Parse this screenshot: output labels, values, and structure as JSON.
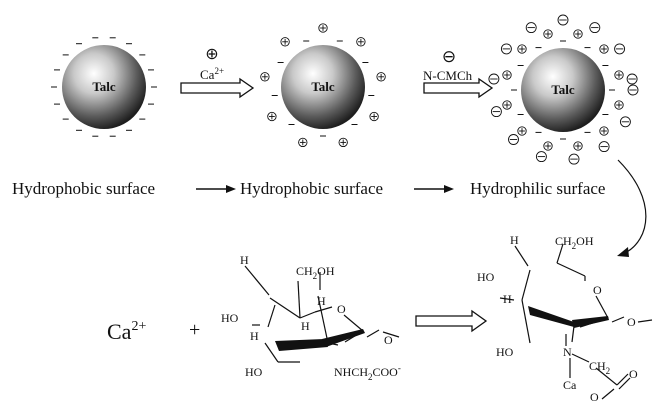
{
  "particles": [
    {
      "label": "Talc"
    },
    {
      "label": "Talc"
    },
    {
      "label": "Talc"
    }
  ],
  "steps": [
    {
      "reagent": "Ca",
      "superscript": "2+",
      "ion_symbol": "⊕"
    },
    {
      "reagent": "N-CMCh",
      "ion_symbol": "⊖"
    }
  ],
  "surface_labels": [
    "Hydrophobic surface",
    "Hydrophobic surface",
    "Hydrophilic surface"
  ],
  "reaction": {
    "calcium_base": "Ca",
    "calcium_sup": "2+",
    "plus": "+",
    "reactant": {
      "h_top": "H",
      "ch2oh_base": "CH",
      "ch2oh_sub": "2",
      "ch2oh_tail": "OH",
      "h_ring": "H",
      "o_ring": "O",
      "ho_left": "HO",
      "h_left": "H",
      "h_bottom": "H",
      "ho_bottom": "HO",
      "o_ether": "O",
      "side_base": "NHCH",
      "side_sub": "2",
      "side_tail": "COO",
      "side_sup": "-"
    },
    "product": {
      "h_top": "H",
      "ch2oh_base": "CH",
      "ch2oh_sub": "2",
      "ch2oh_tail": "OH",
      "ho_left": "HO",
      "o_ring": "O",
      "h_left": "H",
      "ho_bottom": "HO",
      "o_ether": "O",
      "n": "N",
      "ch2_base": "CH",
      "ch2_sub": "2",
      "ca": "Ca",
      "o_keto": "O",
      "o_ring2": "O"
    }
  }
}
